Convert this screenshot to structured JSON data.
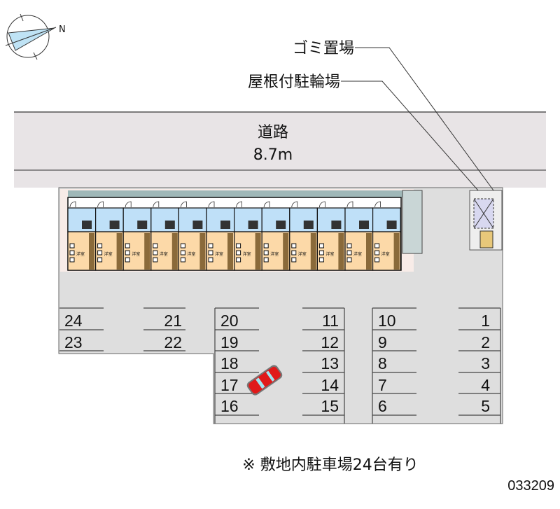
{
  "labels": {
    "garbage": "ゴミ置場",
    "bike_parking": "屋根付駐輪場",
    "road_name": "道路",
    "road_width": "8.7m",
    "room_label": "洋室",
    "note": "※ 敷地内駐車場24台有り",
    "id": "033209",
    "compass_north": "N"
  },
  "units_count": 12,
  "parking": {
    "col1": [
      "24",
      "23"
    ],
    "col2": [
      "21",
      "22"
    ],
    "col3": [
      "20",
      "19",
      "18",
      "17",
      "16"
    ],
    "col4": [
      "11",
      "12",
      "13",
      "14",
      "15"
    ],
    "col5": [
      "10",
      "9",
      "8",
      "7",
      "6"
    ],
    "col6": [
      "1",
      "2",
      "3",
      "4",
      "5"
    ]
  },
  "colors": {
    "road": "#e8e4e6",
    "lot": "#dedede",
    "unit_blue": "#bfe0f8",
    "unit_orange": "#fcd9a8",
    "car": "#e01a1a"
  }
}
